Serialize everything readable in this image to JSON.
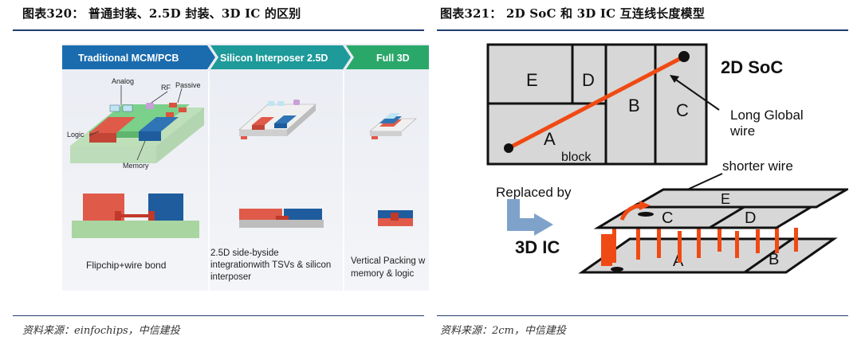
{
  "left_figure": {
    "title": "图表320：  普通封装、2.5D 封装、3D IC 的区别",
    "source": "资料来源：einfochips，中信建投",
    "tabs": [
      "Traditional MCM/PCB",
      "Silicon Interposer 2.5D",
      "Full 3D"
    ],
    "labels": {
      "analog": "Analog",
      "rf": "RF",
      "passive": "Passive",
      "logic": "Logic",
      "memory": "Memory"
    },
    "captions": [
      "Flipchip+wire bond",
      "2.5D side-byside integrationwith TSVs & silicon interposer",
      "Vertical Packing with memory & logic"
    ],
    "colors": {
      "tab_blue": "#1a6cae",
      "tab_teal": "#1e9a9a",
      "tab_green": "#2aa86a",
      "logic_red": "#e05a4a",
      "memory_blue": "#1e5c9e"
    }
  },
  "right_figure": {
    "title": "图表321：  2D SoC 和 3D IC 互连线长度模型",
    "source": "资料来源：2cm，中信建投",
    "label_2d": "2D SoC",
    "label_3d": "3D IC",
    "long_wire": "Long Global wire",
    "short_wire": "shorter wire",
    "replaced_by": "Replaced by",
    "block_word": "block",
    "blocks": [
      "A",
      "B",
      "C",
      "D",
      "E"
    ],
    "colors": {
      "wire": "#f04a14",
      "arrow_blue": "#7ea2c9"
    }
  }
}
